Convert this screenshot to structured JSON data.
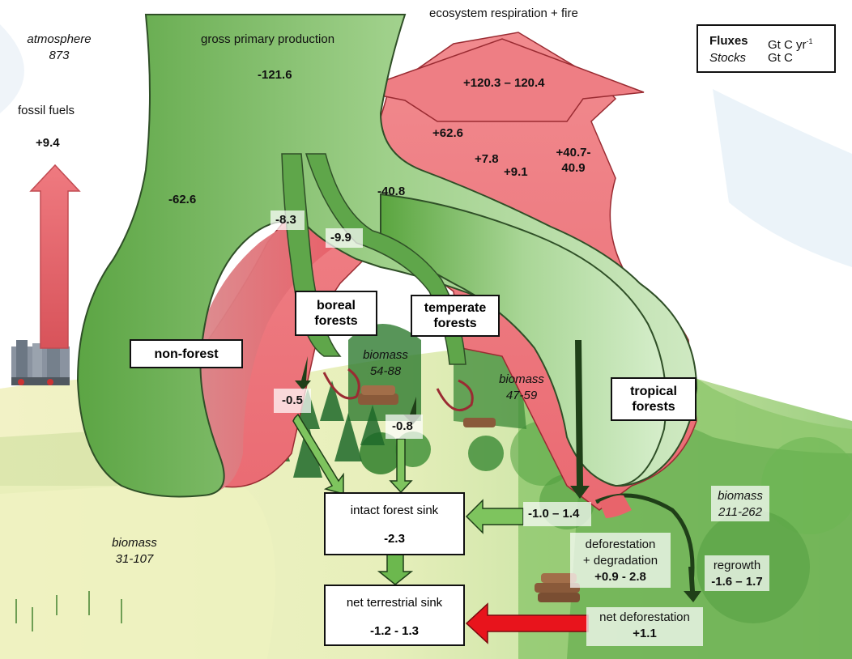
{
  "legend": {
    "fluxes_label": "Fluxes",
    "fluxes_unit": "Gt C yr",
    "fluxes_unit_sup": "-1",
    "stocks_label": "Stocks",
    "stocks_unit": "Gt C"
  },
  "atmosphere": {
    "label": "atmosphere",
    "value": "873"
  },
  "fossil_fuels": {
    "label": "fossil fuels",
    "value": "+9.4"
  },
  "gpp": {
    "label": "gross primary production",
    "value": "-121.6"
  },
  "respiration": {
    "label": "ecosystem respiration + fire",
    "value": "+120.3 – 120.4"
  },
  "fluxes": {
    "nonforest_uptake": "-62.6",
    "nonforest_resp": "+62.6",
    "boreal_uptake": "-8.3",
    "boreal_resp": "+7.8",
    "temperate_uptake": "-9.9",
    "temperate_resp": "+9.1",
    "tropical_uptake": "-40.8",
    "tropical_resp_1": "+40.7-",
    "tropical_resp_2": "40.9",
    "boreal_sink": "-0.5",
    "temperate_sink": "-0.8",
    "tropical_sink": "-1.0 – 1.4"
  },
  "biomes": {
    "nonforest": "non-forest",
    "boreal_1": "boreal",
    "boreal_2": "forests",
    "temperate_1": "temperate",
    "temperate_2": "forests",
    "tropical_1": "tropical",
    "tropical_2": "forests"
  },
  "biomass": {
    "label": "biomass",
    "nonforest": "31-107",
    "boreal": "54-88",
    "temperate": "47-59",
    "tropical": "211-262"
  },
  "intact_sink": {
    "label": "intact forest sink",
    "value": "-2.3"
  },
  "net_sink": {
    "label": "net terrestrial sink",
    "value": "-1.2 - 1.3"
  },
  "deforestation": {
    "line1": "deforestation",
    "line2": "+ degradation",
    "value": "+0.9 - 2.8"
  },
  "regrowth": {
    "label": "regrowth",
    "value": "-1.6 – 1.7"
  },
  "net_deforestation": {
    "label": "net deforestation",
    "value": "+1.1"
  },
  "colors": {
    "uptake_green": "#6fb955",
    "respiration_red": "#e65a63",
    "arrow_red": "#e8141c",
    "arrow_green": "#4f9a36",
    "dark_arrow": "#1f3f18"
  }
}
